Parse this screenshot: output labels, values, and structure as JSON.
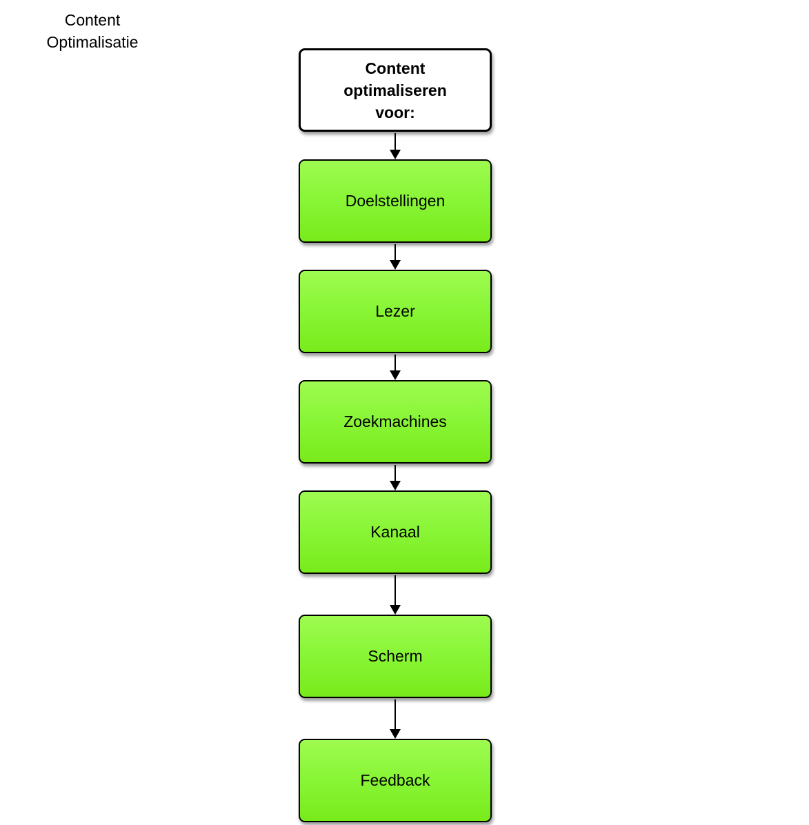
{
  "title": {
    "line1": "Content",
    "line2": "Optimalisatie"
  },
  "flowchart": {
    "start_node": {
      "label_lines": [
        "Content",
        "optimaliseren",
        "voor:"
      ]
    },
    "nodes": [
      {
        "label": "Doelstellingen"
      },
      {
        "label": "Lezer"
      },
      {
        "label": "Zoekmachines"
      },
      {
        "label": "Kanaal"
      },
      {
        "label": "Scherm"
      },
      {
        "label": "Feedback"
      }
    ],
    "colors": {
      "node_fill_top": "#9efb50",
      "node_fill_mid": "#8af638",
      "node_fill_bottom": "#78eb1b",
      "start_node_fill": "#ffffff",
      "border": "#000000",
      "arrow": "#000000",
      "text": "#000000"
    }
  }
}
